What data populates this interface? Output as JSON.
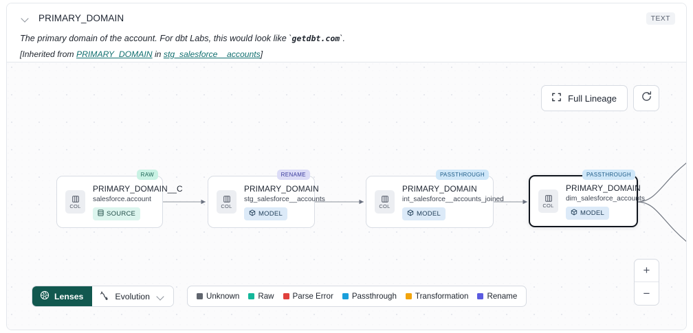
{
  "header": {
    "collapse_icon": "chevron-down-icon",
    "title": "PRIMARY_DOMAIN",
    "type_badge": "TEXT",
    "description_pre": "The primary domain of the account. For dbt Labs, this would look like `",
    "description_code": "getdbt.com",
    "description_post": "`.",
    "inherited_pre": "[Inherited from ",
    "inherited_link_1": "PRIMARY_DOMAIN",
    "inherited_mid": " in ",
    "inherited_link_2": "stg_salesforce__accounts",
    "inherited_post": "]"
  },
  "toolbar": {
    "full_lineage_label": "Full Lineage",
    "full_lineage_icon": "expand-icon",
    "refresh_icon": "refresh-icon"
  },
  "graph": {
    "col_chip_label": "COL",
    "nodes": [
      {
        "lens_badge": "RAW",
        "lens_class": "lb-raw",
        "title": "PRIMARY_DOMAIN__C",
        "subtitle": "salesforce.account",
        "kind": "SOURCE",
        "kind_class": "kind-source",
        "kind_icon": "database-icon",
        "selected": false
      },
      {
        "lens_badge": "RENAME",
        "lens_class": "lb-rename",
        "title": "PRIMARY_DOMAIN",
        "subtitle": "stg_salesforce__accounts",
        "kind": "MODEL",
        "kind_class": "kind-model",
        "kind_icon": "cube-icon",
        "selected": false
      },
      {
        "lens_badge": "PASSTHROUGH",
        "lens_class": "lb-passthrough",
        "title": "PRIMARY_DOMAIN",
        "subtitle": "int_salesforce__accounts_joined",
        "kind": "MODEL",
        "kind_class": "kind-model",
        "kind_icon": "cube-icon",
        "selected": false
      },
      {
        "lens_badge": "PASSTHROUGH",
        "lens_class": "lb-passthrough",
        "title": "PRIMARY_DOMAIN",
        "subtitle": "dim_salesforce_accounts",
        "kind": "MODEL",
        "kind_class": "kind-model",
        "kind_icon": "cube-icon",
        "selected": true
      }
    ]
  },
  "zoom_controls": {
    "zoom_in": "+",
    "zoom_out": "−"
  },
  "bottom": {
    "lenses_label": "Lenses",
    "lenses_icon": "aperture-icon",
    "evolution_label": "Evolution",
    "evolution_icon": "evolution-icon",
    "evolution_chevron": "chevron-down-icon",
    "legend": [
      {
        "label": "Unknown",
        "color": "#60656e"
      },
      {
        "label": "Raw",
        "color": "#14b79a"
      },
      {
        "label": "Parse Error",
        "color": "#e0413d"
      },
      {
        "label": "Passthrough",
        "color": "#1a9fdb"
      },
      {
        "label": "Transformation",
        "color": "#f2a40d"
      },
      {
        "label": "Rename",
        "color": "#5b5be0"
      }
    ]
  }
}
